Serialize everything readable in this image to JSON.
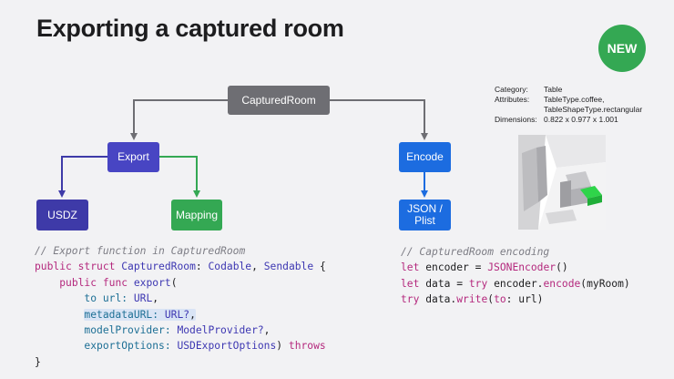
{
  "title": "Exporting a captured room",
  "badge": "NEW",
  "diagram": {
    "root": "CapturedRoom",
    "export": "Export",
    "usdz": "USDZ",
    "mapping": "Mapping",
    "encode": "Encode",
    "json_line1": "JSON /",
    "json_line2": "Plist"
  },
  "metadata": {
    "category_key": "Category:",
    "category_val": "Table",
    "attributes_key": "Attributes:",
    "attributes_val1": "TableType.coffee,",
    "attributes_val2": "TableShapeType.rectangular",
    "dimensions_key": "Dimensions:",
    "dimensions_val": "0.822 x 0.977 x 1.001"
  },
  "code_left": {
    "comment": "// Export function in CapturedRoom",
    "l2_public": "public",
    "l2_struct": "struct",
    "l2_name": "CapturedRoom",
    "l2_colon": ":",
    "l2_codable": "Codable",
    "l2_comma": ",",
    "l2_sendable": "Sendable",
    "l2_brace": "{",
    "l3_public": "public",
    "l3_func": "func",
    "l3_export": "export",
    "l3_paren": "(",
    "l4_to": "to",
    "l4_url": "url:",
    "l4_type": "URL",
    "l4_comma": ",",
    "l5_param": "metadataURL:",
    "l5_type": "URL?",
    "l5_comma": ",",
    "l6_param": "modelProvider:",
    "l6_type": "ModelProvider?",
    "l6_comma": ",",
    "l7_param": "exportOptions:",
    "l7_type": "USDExportOptions",
    "l7_paren": ")",
    "l7_throws": "throws",
    "l8_brace": "}"
  },
  "code_right": {
    "comment": "// CapturedRoom encoding",
    "l2_let": "let",
    "l2_rest": "encoder =",
    "l2_type": "JSONEncoder",
    "l2_end": "()",
    "l3_let": "let",
    "l3_rest": "data =",
    "l3_try": "try",
    "l3_obj": "encoder.",
    "l3_fn": "encode",
    "l3_end": "(myRoom)",
    "l4_try": "try",
    "l4_obj": "data.",
    "l4_fn": "write",
    "l4_paren": "(",
    "l4_to": "to",
    "l4_end": ": url)"
  }
}
